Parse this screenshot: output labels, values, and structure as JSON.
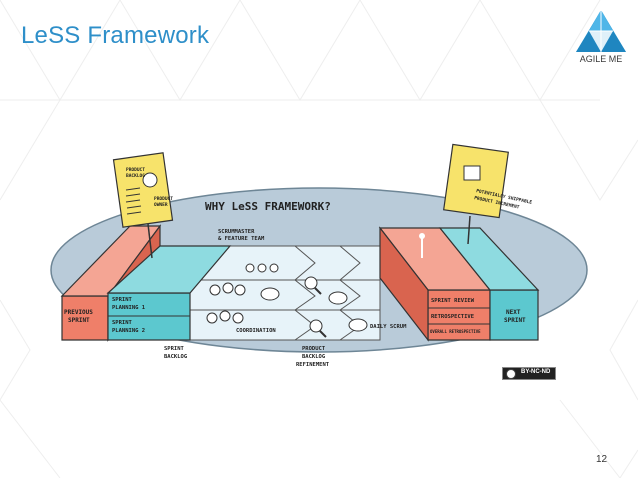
{
  "slide": {
    "title": "LeSS Framework",
    "logo_text": "AGILE ME",
    "page_number": "12",
    "license_badge": "BY-NC-ND"
  },
  "illustration": {
    "heading": "WHY LeSS FRAMEWORK?",
    "product_backlog_card": [
      "PRODUCT",
      "BACKLOG"
    ],
    "product_owner": [
      "PRODUCT",
      "OWNER"
    ],
    "shippable_increment": [
      "POTENTIALLY SHIPPABLE",
      "PRODUCT INCREMENT"
    ],
    "scrum_team": [
      "SCRUMMASTER",
      "& FEATURE TEAM"
    ],
    "previous_sprint": [
      "PREVIOUS",
      "SPRINT"
    ],
    "next_sprint": [
      "NEXT",
      "SPRINT"
    ],
    "sprint_planning_1": [
      "SPRINT",
      "PLANNING 1"
    ],
    "sprint_planning_2": [
      "SPRINT",
      "PLANNING 2"
    ],
    "sprint_backlog": [
      "SPRINT",
      "BACKLOG"
    ],
    "coordination": "COORDINATION",
    "daily_scrum": "DAILY SCRUM",
    "backlog_refinement": [
      "PRODUCT",
      "BACKLOG",
      "REFINEMENT"
    ],
    "sprint_review": "SPRINT REVIEW",
    "retrospective": "RETROSPECTIVE",
    "overall_retrospective": "OVERALL RETROSPECTIVE"
  },
  "colors": {
    "title": "#2e8fc9",
    "salmon": "#ef7f69",
    "teal": "#5cc8cf",
    "ellipse": "#b9cbd9",
    "floor": "#e7f3f9"
  }
}
